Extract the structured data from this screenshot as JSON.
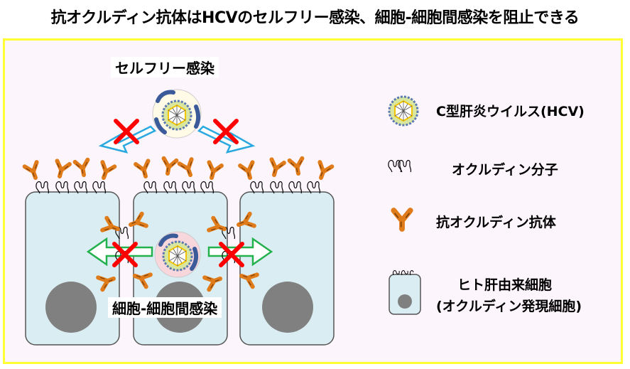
{
  "title": "抗オクルディン抗体はHCVのセルフリー感染、細胞-細胞間感染を阻止できる",
  "labels": {
    "cell_free": "セルフリー感染",
    "cell_to_cell": "細胞-細胞間感染"
  },
  "legend": {
    "hcv": "C型肝炎ウイルス(HCV)",
    "occludin": "オクルディン分子",
    "antibody": "抗オクルディン抗体",
    "cell_line1": "ヒト肝由来細胞",
    "cell_line2": "(オクルディン発現細胞)"
  },
  "colors": {
    "title_border": "#ffff33",
    "cell_fill": "#daedf3",
    "nucleus": "#808080",
    "antibody": "#e07b1a",
    "block_x": "#ff0000",
    "arrow_free": "#29a9e0",
    "arrow_cell": "#22b14c"
  }
}
